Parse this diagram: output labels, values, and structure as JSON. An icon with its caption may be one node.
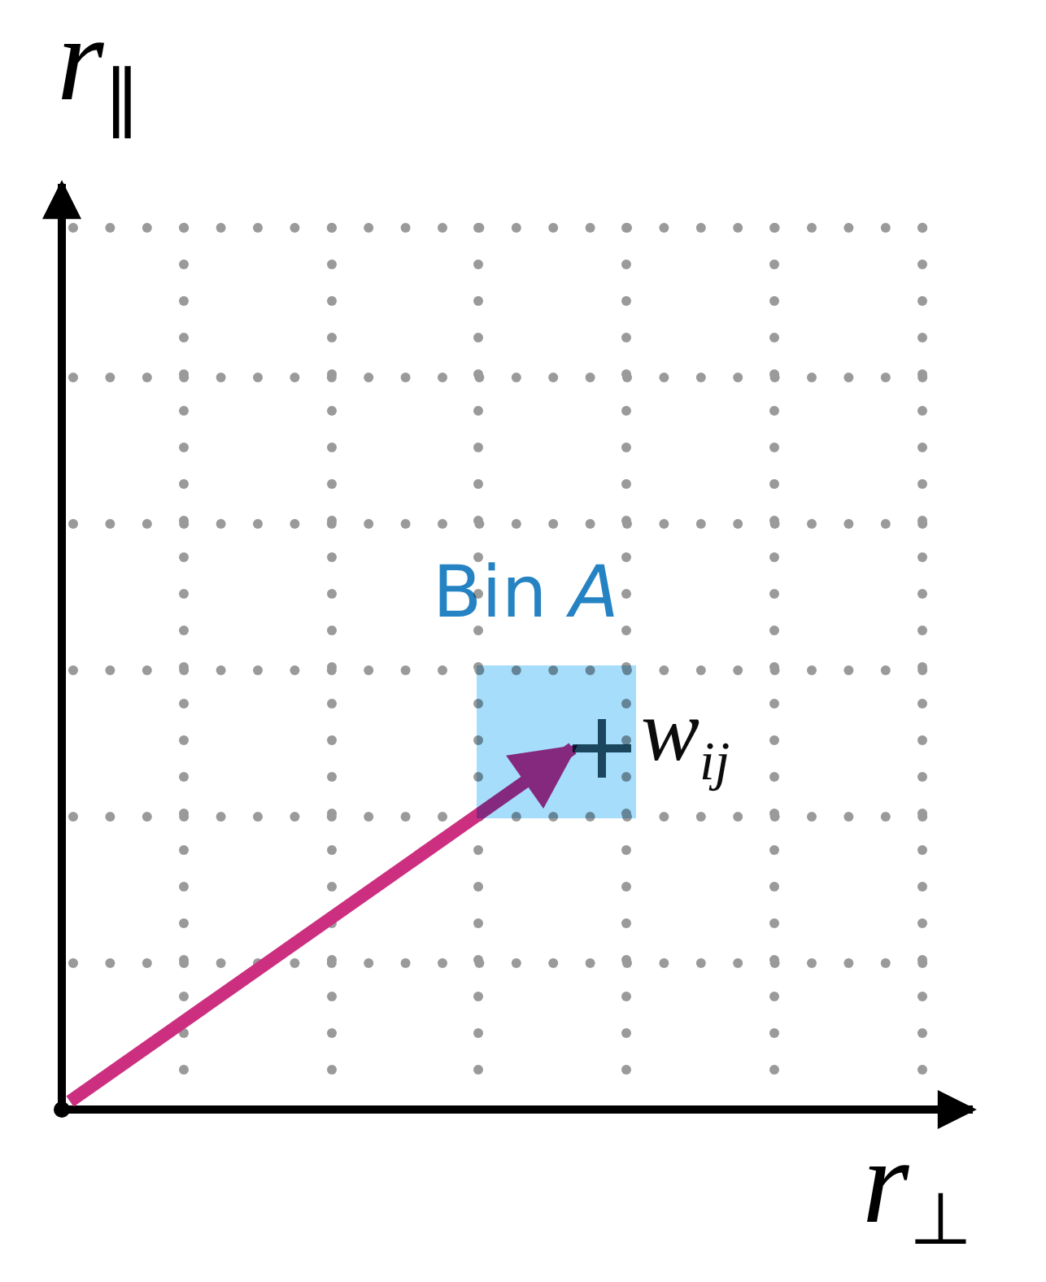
{
  "diagram": {
    "nodes": [
      {
        "text": [],
        "shape": "circle"
      },
      {
        "text": [
          "Bin *A*"
        ]
      },
      {
        "text": [],
        "shape": "cross",
        "in": 1,
        "beside": [
          "w$_{ij}$"
        ]
      }
    ],
    "edges": [
      {
        "from": 0,
        "to": 2,
        "arrow": "to",
        "color": "#cc2f80"
      }
    ],
    "labels": [
      "r$_{‖}$",
      "r$_{⊥}$"
    ]
  }
}
